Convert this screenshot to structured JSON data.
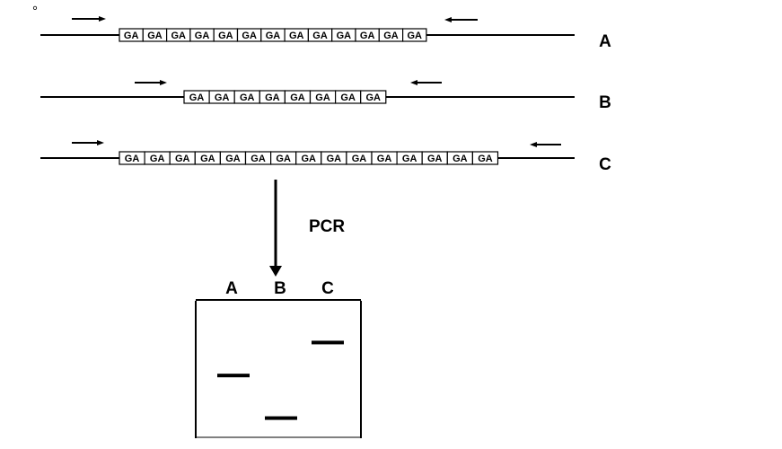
{
  "corner_mark": "°",
  "colors": {
    "ink": "#000000",
    "background": "#ffffff"
  },
  "sequences": [
    {
      "label": "A",
      "repeat_unit": "GA",
      "repeat_count": 13
    },
    {
      "label": "B",
      "repeat_unit": "GA",
      "repeat_count": 8
    },
    {
      "label": "C",
      "repeat_unit": "GA",
      "repeat_count": 15
    }
  ],
  "process_label": "PCR",
  "gel": {
    "lanes": [
      "A",
      "B",
      "C"
    ],
    "bands": [
      {
        "lane": "A",
        "relative_height": 0.45
      },
      {
        "lane": "B",
        "relative_height": 0.14
      },
      {
        "lane": "C",
        "relative_height": 0.69
      }
    ]
  }
}
